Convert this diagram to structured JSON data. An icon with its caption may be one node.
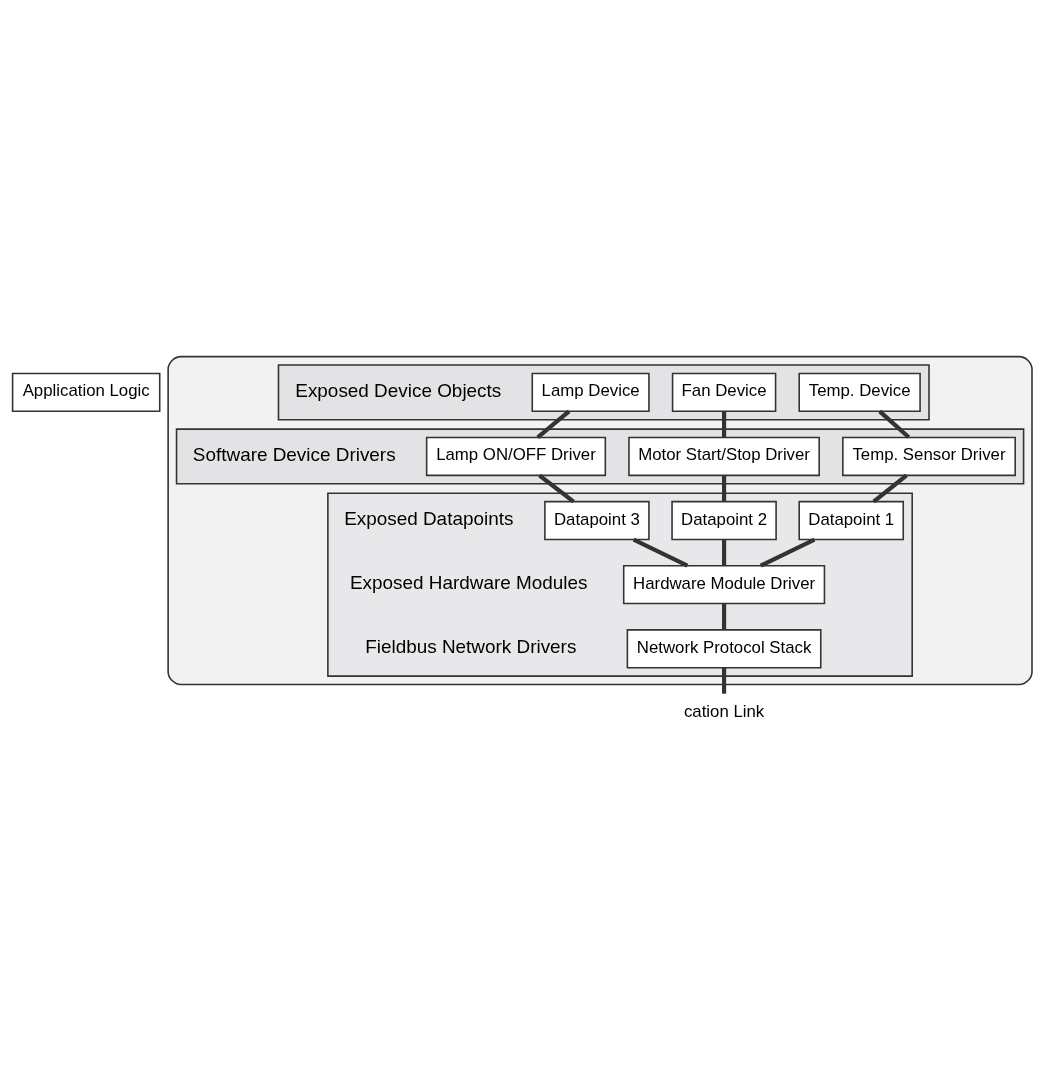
{
  "diagram": {
    "nodes": [
      {
        "text": [
          "Application Logic"
        ]
      },
      {
        "text": [],
        "shape": "box"
      },
      {
        "text": [
          "Exposed Device Objects"
        ],
        "in": 1
      },
      {
        "text": [
          "Temp. Device"
        ],
        "in": 2
      },
      {
        "text": [
          "Fan Device"
        ],
        "in": 2
      },
      {
        "text": [
          "Lamp Device"
        ],
        "in": 2
      },
      {
        "text": [
          "Software Device Drivers"
        ],
        "in": 1
      },
      {
        "text": [
          "Temp. Sensor Driver"
        ],
        "in": 6
      },
      {
        "text": [
          "Motor Start/Stop Driver"
        ],
        "in": 6
      },
      {
        "text": [
          "Lamp ON/OFF Driver"
        ],
        "in": 6
      },
      {
        "text": [
          "Exposed Datapoints",
          "Exposed Hardware Modules",
          "Fieldbus Network Drivers"
        ],
        "in": 1
      },
      {
        "text": [
          "Datapoint 1"
        ],
        "in": 10
      },
      {
        "text": [
          "Datapoint 2"
        ],
        "in": 10
      },
      {
        "text": [
          "Datapoint 3"
        ],
        "in": 10
      },
      {
        "text": [
          "Hardware Module Driver"
        ],
        "in": 10
      },
      {
        "text": [
          "Network Protocol Stack"
        ],
        "in": 10
      },
      {
        "text": [
          "cation Link"
        ]
      }
    ],
    "edges": [
      {
        "from": 3,
        "to": 7,
        "arrow": "none"
      },
      {
        "from": 4,
        "to": 8,
        "arrow": "none"
      },
      {
        "from": 5,
        "to": 9,
        "arrow": "none"
      },
      {
        "from": 7,
        "to": 11,
        "arrow": "none"
      },
      {
        "from": 8,
        "to": 12,
        "arrow": "none"
      },
      {
        "from": 9,
        "to": 13,
        "arrow": "none"
      },
      {
        "from": 11,
        "to": 14,
        "arrow": "none"
      },
      {
        "from": 12,
        "to": 14,
        "arrow": "none"
      },
      {
        "from": 13,
        "to": 14,
        "arrow": "none"
      },
      {
        "from": 14,
        "to": 15,
        "arrow": "none"
      },
      {
        "from": 15,
        "to": 16,
        "arrow": "none"
      }
    ]
  }
}
